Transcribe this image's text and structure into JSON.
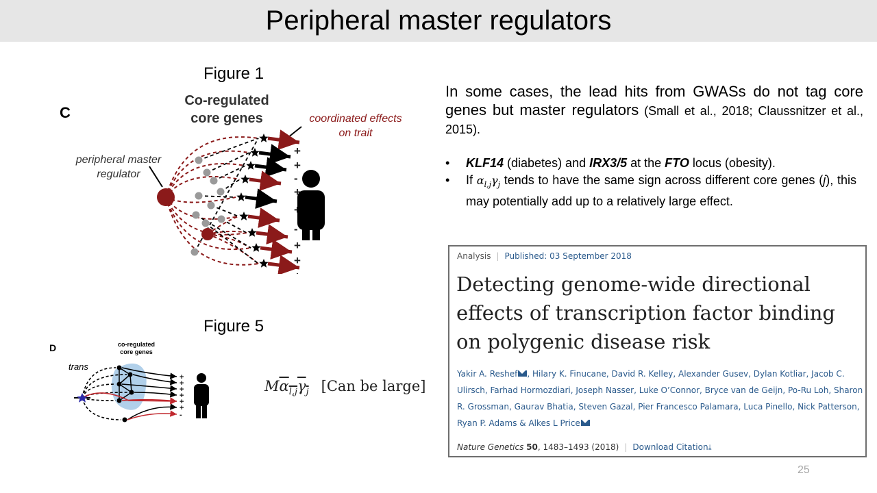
{
  "slide": {
    "title": "Peripheral master regulators",
    "page_number": "25"
  },
  "figure1": {
    "caption": "Figure 1",
    "panel_letter": "C",
    "heading_line1": "Co-regulated",
    "heading_line2": "core genes",
    "label_regulator_line1": "peripheral master",
    "label_regulator_line2": "regulator",
    "label_effects_line1": "coordinated effects",
    "label_effects_line2": "on trait",
    "signs": [
      "+",
      "+",
      "-",
      "+",
      "+",
      "-",
      "+",
      "+",
      "+"
    ]
  },
  "figure5": {
    "caption": "Figure 5",
    "panel_letter": "D",
    "heading_line1": "co-regulated",
    "heading_line2": "core genes",
    "label_trans": "trans",
    "signs": [
      "+",
      "+",
      "+",
      "+",
      "+",
      "+",
      "-"
    ]
  },
  "formula": {
    "prefix": "M",
    "expression": "α",
    "subscript": "l,j",
    "gamma": "γ",
    "gamma_sub": "j",
    "note": "[Can be large]"
  },
  "intro": {
    "main": "In some cases, the lead hits from GWASs do not tag core genes but master regulators",
    "citation": " (Small et al., 2018; Claussnitzer et al., 2015)",
    "end": "."
  },
  "bullets": {
    "b1_gene1": "KLF14",
    "b1_text1": " (diabetes) and ",
    "b1_gene2": "IRX3/5",
    "b1_text2": " at the ",
    "b1_gene3": "FTO",
    "b1_text3": " locus (obesity).",
    "b2_text1": "If ",
    "b2_math_alpha": "α",
    "b2_math_alpha_sub": "l,j",
    "b2_math_gamma": "γ",
    "b2_math_gamma_sub": "j",
    "b2_text2": " tends to have the same sign across different core genes (",
    "b2_italic": "j",
    "b2_text3": "), this may potentially add up to a relatively large effect."
  },
  "paper": {
    "type": "Analysis",
    "published": "Published: 03 September 2018",
    "title": "Detecting genome-wide directional effects of transcription factor binding on polygenic disease risk",
    "authors": [
      "Yakir A. Reshef",
      "Hilary K. Finucane",
      "David R. Kelley",
      "Alexander Gusev",
      "Dylan Kotliar",
      "Jacob C. Ulirsch",
      "Farhad Hormozdiari",
      "Joseph Nasser",
      "Luke O’Connor",
      "Bryce van de Geijn",
      "Po-Ru Loh",
      "Sharon R. Grossman",
      "Gaurav Bhatia",
      "Steven Gazal",
      "Pier Francesco Palamara",
      "Luca Pinello",
      "Nick Patterson",
      "Ryan P. Adams",
      "Alkes L Price"
    ],
    "journal": "Nature Genetics",
    "volume": "50",
    "pages_year": ", 1483–1493 (2018)",
    "download": "Download Citation",
    "icons": {
      "mail": "envelope-icon",
      "download": "download-arrow-icon"
    }
  },
  "colors": {
    "title_bar": "#e6e6e6",
    "dark_red": "#8b1a1a",
    "link_blue": "#2a5a8c",
    "gray_node": "#9a9a9a",
    "blue_blob": "#a8cbe8",
    "star_blue": "#2c2aa8"
  }
}
